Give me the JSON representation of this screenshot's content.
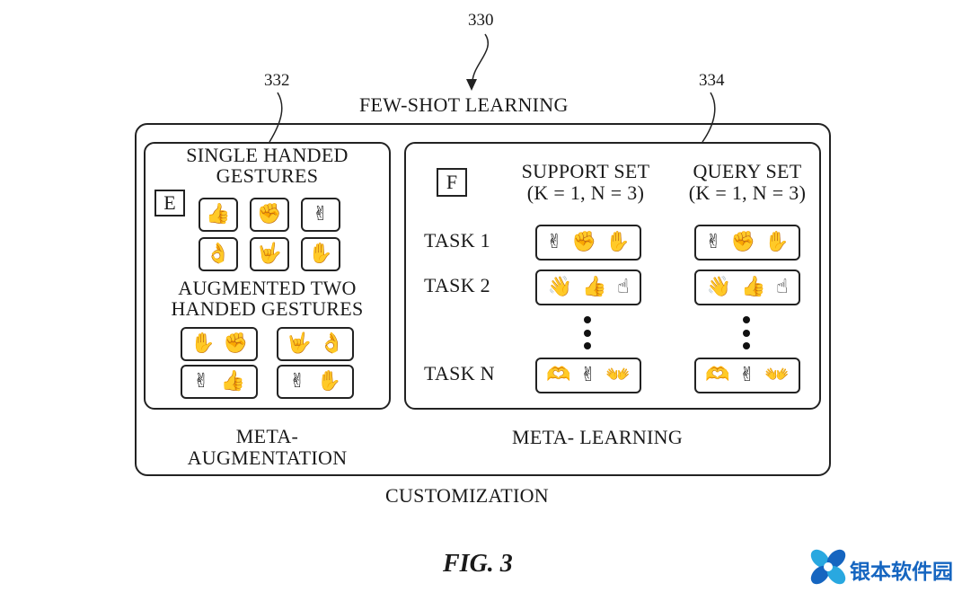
{
  "figure": {
    "ref_main": "330",
    "ref_left": "332",
    "ref_right": "334",
    "title": "FEW-SHOT LEARNING",
    "outer_caption": "CUSTOMIZATION",
    "fig_label": "FIG. 3"
  },
  "left_panel": {
    "heading_line1": "SINGLE HANDED",
    "heading_line2": "GESTURES",
    "marker": "E",
    "single_gestures": [
      {
        "name": "thumbs-up-icon",
        "glyph": "👍"
      },
      {
        "name": "fist-icon",
        "glyph": "✊"
      },
      {
        "name": "victory-hand-icon",
        "glyph": "✌"
      },
      {
        "name": "ok-hand-icon",
        "glyph": "👌"
      },
      {
        "name": "love-you-hand-icon",
        "glyph": "🤟"
      },
      {
        "name": "raised-hand-icon",
        "glyph": "✋"
      }
    ],
    "subheading_line1": "AUGMENTED TWO",
    "subheading_line2": "HANDED GESTURES",
    "two_handed_gestures": [
      [
        {
          "name": "raised-hand-icon",
          "glyph": "✋"
        },
        {
          "name": "fist-icon",
          "glyph": "✊"
        }
      ],
      [
        {
          "name": "love-you-hand-icon",
          "glyph": "🤟"
        },
        {
          "name": "ok-hand-icon",
          "glyph": "👌"
        }
      ],
      [
        {
          "name": "victory-hand-icon",
          "glyph": "✌"
        },
        {
          "name": "thumbs-up-icon",
          "glyph": "👍"
        }
      ],
      [
        {
          "name": "victory-hand-icon",
          "glyph": "✌"
        },
        {
          "name": "raised-hand-icon",
          "glyph": "✋"
        }
      ]
    ],
    "caption_line1": "META-",
    "caption_line2": "AUGMENTATION"
  },
  "right_panel": {
    "marker": "F",
    "support_header_line1": "SUPPORT SET",
    "support_header_line2": "(K = 1, N = 3)",
    "query_header_line1": "QUERY SET",
    "query_header_line2": "(K = 1, N = 3)",
    "tasks": [
      {
        "label": "TASK 1",
        "support": [
          {
            "name": "victory-hand-icon",
            "glyph": "✌"
          },
          {
            "name": "fist-icon",
            "glyph": "✊"
          },
          {
            "name": "raised-hand-icon",
            "glyph": "✋"
          }
        ],
        "query": [
          {
            "name": "victory-hand-icon",
            "glyph": "✌"
          },
          {
            "name": "fist-icon",
            "glyph": "✊"
          },
          {
            "name": "raised-hand-icon",
            "glyph": "✋"
          }
        ]
      },
      {
        "label": "TASK 2",
        "support": [
          {
            "name": "waving-hand-icon",
            "glyph": "👋"
          },
          {
            "name": "thumbs-up-icon",
            "glyph": "👍"
          },
          {
            "name": "pointing-up-icon",
            "glyph": "☝"
          }
        ],
        "query": [
          {
            "name": "waving-hand-icon",
            "glyph": "👋"
          },
          {
            "name": "thumbs-up-icon",
            "glyph": "👍"
          },
          {
            "name": "pointing-up-icon",
            "glyph": "☝"
          }
        ]
      },
      {
        "label": "TASK N",
        "support": [
          {
            "name": "heart-hands-icon",
            "glyph": "🫶"
          },
          {
            "name": "victory-hand-icon",
            "glyph": "✌"
          },
          {
            "name": "open-hands-icon",
            "glyph": "👐"
          }
        ],
        "query": [
          {
            "name": "heart-hands-icon",
            "glyph": "🫶"
          },
          {
            "name": "victory-hand-icon",
            "glyph": "✌"
          },
          {
            "name": "open-hands-icon",
            "glyph": "👐"
          }
        ]
      }
    ],
    "caption": "META- LEARNING"
  },
  "watermark": {
    "text": "银本软件园"
  }
}
